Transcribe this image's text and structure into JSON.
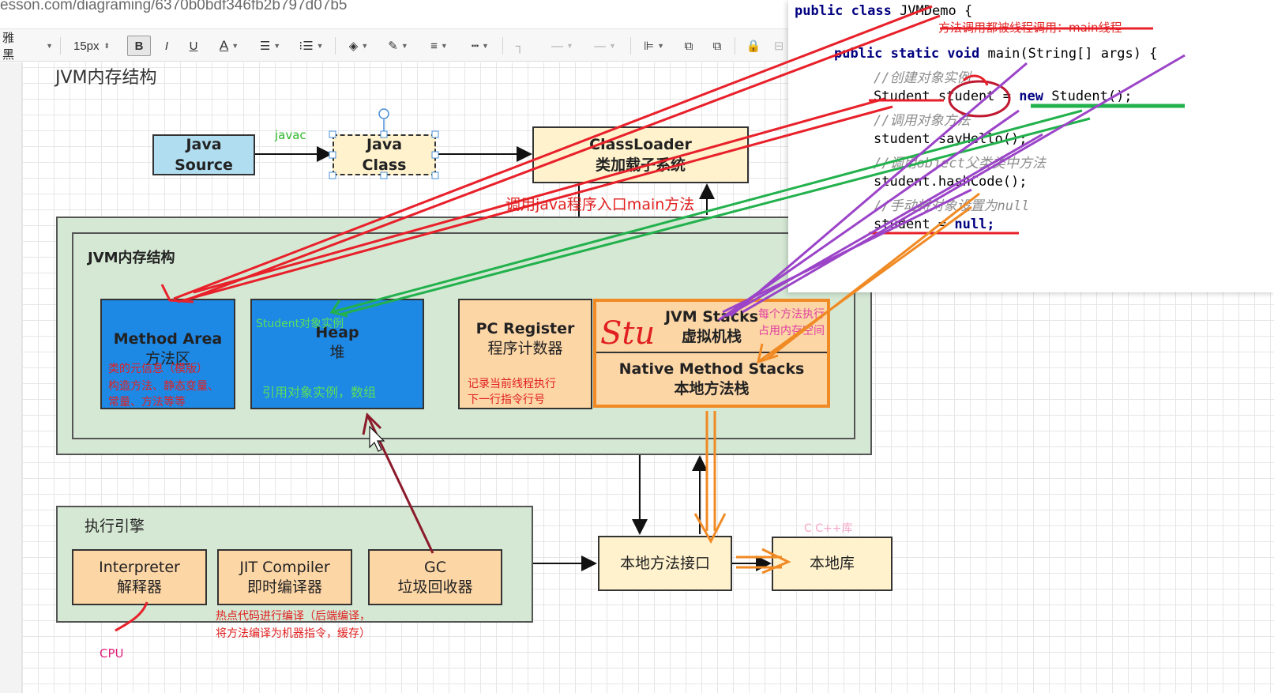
{
  "browser": {
    "url": "esson.com/diagraming/6370b0bdf346fb2b797d07b5"
  },
  "toolbar": {
    "font_name": "雅黑",
    "font_size": "15px",
    "bold": "B",
    "italic": "I",
    "underline": "U",
    "font_color": "A"
  },
  "diagram": {
    "page_title": "JVM内存结构",
    "java_source": [
      "Java",
      "Source"
    ],
    "javac_label": "javac",
    "java_class": [
      "Java",
      "Class"
    ],
    "classloader": [
      "ClassLoader",
      "类加载子系统"
    ],
    "main_call_note": "调用java程序入口main方法",
    "memory_region_label": "JVM内存结构",
    "method_area": {
      "title": "Method Area",
      "subtitle": "方法区",
      "note1": "类的元信息（模版）",
      "note2": "构造方法、静态变量、",
      "note3": "常量、方法等等"
    },
    "heap": {
      "title": "Heap",
      "subtitle": "堆",
      "top_note": "Student对象实例",
      "note": "引用对象实例，数组"
    },
    "pc_register": {
      "title": "PC Register",
      "subtitle": "程序计数器",
      "note1": "记录当前线程执行",
      "note2": "下一行指令行号"
    },
    "jvm_stacks": {
      "title": "JVM Stacks",
      "subtitle": "虚拟机栈",
      "note1": "每个方法执行",
      "note2": "占用内存空间",
      "handwriting": "Stu"
    },
    "native_stacks": {
      "title": "Native Method Stacks",
      "subtitle": "本地方法栈"
    },
    "engine_label": "执行引擎",
    "interpreter": [
      "Interpreter",
      "解释器"
    ],
    "jit": [
      "JIT Compiler",
      "即时编译器"
    ],
    "gc": [
      "GC",
      "垃圾回收器"
    ],
    "jit_note1": "热点代码进行编译（后端编译，",
    "jit_note2": "将方法编译为机器指令，缓存）",
    "cpu_label": "CPU",
    "native_interface": "本地方法接口",
    "native_library": "本地库",
    "cpp_label": "C C++库"
  },
  "code": {
    "l1a": "public class ",
    "l1b": "JVMDemo {",
    "thread_note": "方法调用都被线程调用：main线程",
    "l2a": "public static void ",
    "l2b": "main(String[] args) {",
    "c1": "//创建对象实例",
    "l3a": "Student student = ",
    "l3b": "new ",
    "l3c": "Student();",
    "c2": "//调用对象方法",
    "l4": "student.sayHello();",
    "c3": "//调用object父类类中方法",
    "l5": "student.hashCode();",
    "c4": "//手动将对象设置为null",
    "l6a": "student = ",
    "l6b": "null;"
  },
  "colors": {
    "light_blue": "#b1ddf0",
    "light_yellow": "#fff2cc",
    "light_green": "#d5e8d4",
    "blue_box": "#1e88e5",
    "peach": "#fdd6a6",
    "red_arrow": "#e8202a",
    "green_arrow": "#22b14c",
    "purple_arrow": "#9b44c8",
    "orange_arrow": "#f08a24",
    "dark_red_arrow": "#8b1a2a"
  }
}
